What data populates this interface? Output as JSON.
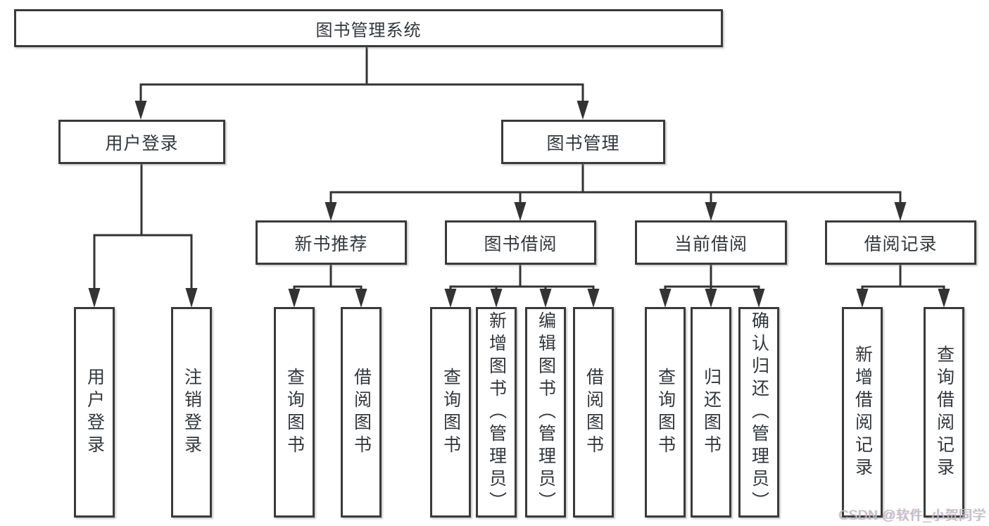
{
  "nodes": {
    "root": "图书管理系统",
    "user_login": "用户登录",
    "book_mgmt": "图书管理",
    "new_book_rec": "新书推荐",
    "book_borrow": "图书借阅",
    "current_borrow": "当前借阅",
    "borrow_records": "借阅记录",
    "ul_user_login": "用户登录",
    "ul_logout": "注销登录",
    "nb_query_book": "查询图书",
    "nb_borrow_book": "借阅图书",
    "bb_query_book": "查询图书",
    "bb_add_book": "新增图书（管理员）",
    "bb_edit_book": "编辑图书（管理员）",
    "bb_borrow_book": "借阅图书",
    "cb_query_book": "查询图书",
    "cb_return_book": "归还图书",
    "cb_confirm_return": "确认归还（管理员）",
    "br_add_record": "新增借阅记录",
    "br_query_record": "查询借阅记录"
  },
  "hierarchy": {
    "图书管理系统": {
      "用户登录": [
        "用户登录",
        "注销登录"
      ],
      "图书管理": {
        "新书推荐": [
          "查询图书",
          "借阅图书"
        ],
        "图书借阅": [
          "查询图书",
          "新增图书（管理员）",
          "编辑图书（管理员）",
          "借阅图书"
        ],
        "当前借阅": [
          "查询图书",
          "归还图书",
          "确认归还（管理员）"
        ],
        "借阅记录": [
          "新增借阅记录",
          "查询借阅记录"
        ]
      }
    }
  },
  "watermark": "CSDN @软件_小贺同学",
  "colors": {
    "line": "#333333",
    "box_border": "#3a3a3a",
    "text": "#32373c",
    "watermark": "#bfbfbf",
    "background": "#ffffff"
  }
}
